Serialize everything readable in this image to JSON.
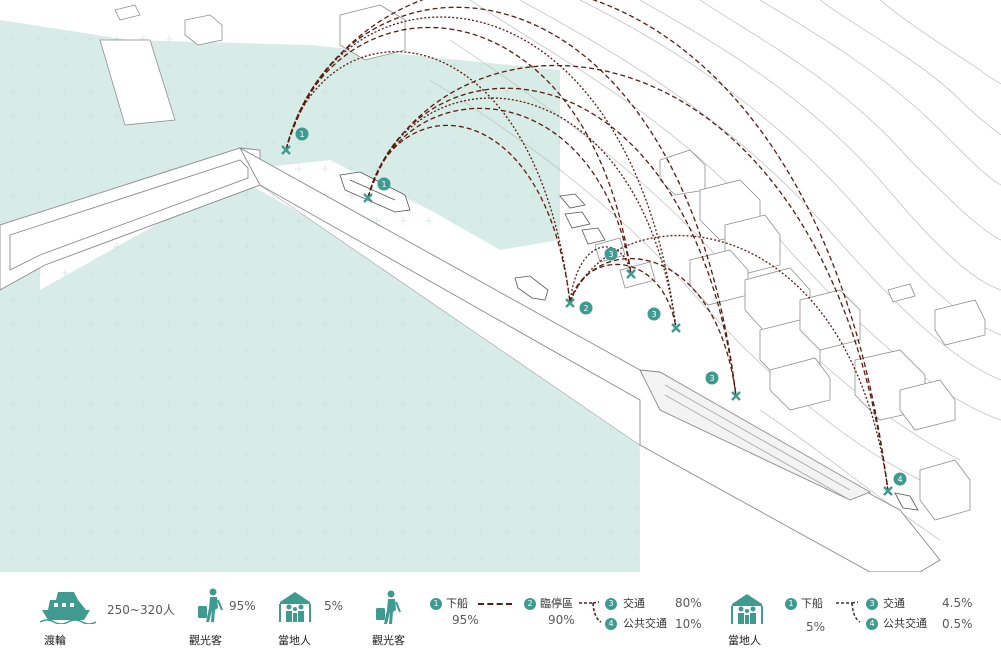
{
  "map": {
    "stops": [
      {
        "badge": "1",
        "label": "下船"
      },
      {
        "badge": "1",
        "label": "下船"
      },
      {
        "badge": "2",
        "label": "臨停區"
      },
      {
        "badge": "3",
        "label": "交通"
      },
      {
        "badge": "3",
        "label": "交通"
      },
      {
        "badge": "3",
        "label": "交通"
      },
      {
        "badge": "4",
        "label": "公共交通"
      }
    ]
  },
  "legend": {
    "ferry": {
      "icon": "ferry-icon",
      "label": "渡輪",
      "count": "250~320人"
    },
    "tourist": {
      "icon": "tourist-icon",
      "label": "觀光客",
      "pct": "95%"
    },
    "local": {
      "icon": "local-people-icon",
      "label": "當地人",
      "pct": "5%"
    },
    "flow_tourist": {
      "icon": "tourist-icon",
      "label": "觀光客",
      "step1_badge": "1",
      "step1_label": "下船",
      "step1_pct": "95%",
      "step2_badge": "2",
      "step2_label": "臨停區",
      "step2_pct": "90%",
      "step3_badge": "3",
      "step3_label": "交通",
      "step3_pct": "80%",
      "step4_badge": "4",
      "step4_label": "公共交通",
      "step4_pct": "10%"
    },
    "flow_local": {
      "icon": "local-people-icon",
      "label": "當地人",
      "step1_badge": "1",
      "step1_label": "下船",
      "step1_pct": "5%",
      "step3_badge": "3",
      "step3_label": "交通",
      "step3_pct": "4.5%",
      "step4_badge": "4",
      "step4_label": "公共交通",
      "step4_pct": "0.5%"
    }
  },
  "colors": {
    "water": "#d7ece7",
    "teal": "#3f9a90",
    "route": "#5a1d10",
    "line": "#9a9a9a"
  }
}
